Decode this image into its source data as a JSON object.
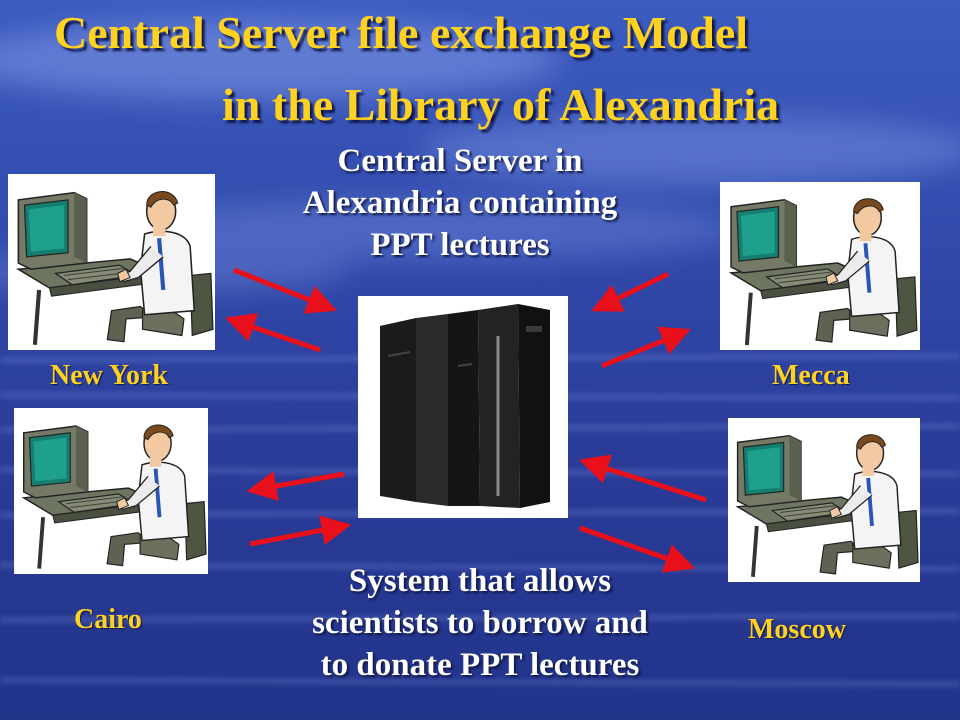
{
  "slide": {
    "title_line1": "Central Server file exchange Model",
    "title_line2": "in the Library of Alexandria",
    "server_caption": [
      "Central Server in",
      "Alexandria containing",
      "PPT lectures"
    ],
    "system_caption": [
      "System that allows",
      "scientists to borrow and",
      "to donate PPT lectures"
    ]
  },
  "cities": {
    "new_york": "New York",
    "mecca": "Mecca",
    "cairo": "Cairo",
    "moscow": "Moscow"
  },
  "colors": {
    "title": "#ffd21f",
    "city_label": "#ffd21f",
    "caption": "#ffffff",
    "arrow": "#e8101a",
    "background": "#2b3d9a"
  },
  "icons": {
    "user": "computer-user-icon",
    "server": "mainframe-server-icon",
    "arrow": "red-arrow-icon"
  }
}
